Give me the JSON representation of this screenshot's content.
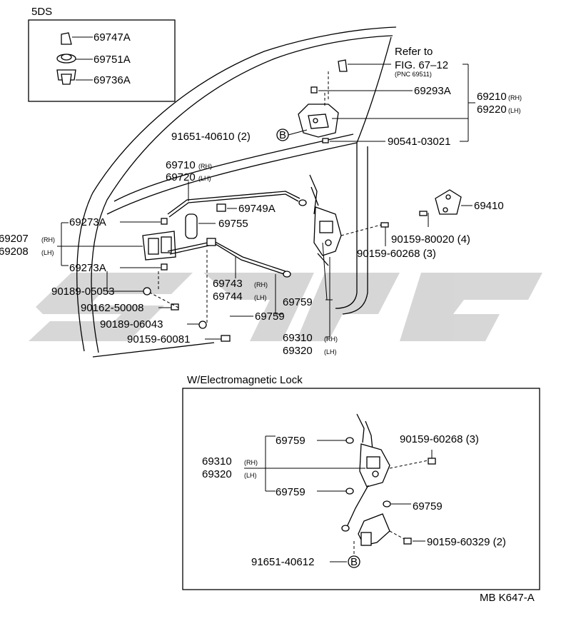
{
  "variant_box": {
    "title": "5DS",
    "items": [
      "69747A",
      "69751A",
      "69736A"
    ]
  },
  "refer": {
    "line1": "Refer to",
    "line2": "FIG. 67–12",
    "line3": "(PNC 69511)"
  },
  "labels": {
    "p69293A": "69293A",
    "p69210": "69210",
    "p69220": "69220",
    "p91651_40610": "91651-40610 (2)",
    "p90541": "90541-03021",
    "p69710": "69710",
    "p69720": "69720",
    "p69749A": "69749A",
    "p69273A_top": "69273A",
    "p69755": "69755",
    "p69207": "69207",
    "p69208": "69208",
    "p69273A_bot": "69273A",
    "p69743": "69743",
    "p69744": "69744",
    "p90189_05053": "90189-05053",
    "p90162_50008": "90162-50008",
    "p90189_06043": "90189-06043",
    "p90159_60081": "90159-60081",
    "p69759_a": "69759",
    "p69759_b": "69759",
    "p69310": "69310",
    "p69320": "69320",
    "p69410": "69410",
    "p90159_80020": "90159-80020 (4)",
    "p90159_60268": "90159-60268 (3)"
  },
  "suffix": {
    "rh": "(RH)",
    "lh": "(LH)"
  },
  "bolt_marker": "B",
  "em_lock": {
    "title": "W/Electromagnetic Lock",
    "p69759_1": "69759",
    "p69310": "69310",
    "p69320": "69320",
    "p69759_2": "69759",
    "p69759_3": "69759",
    "p90159_60268": "90159-60268 (3)",
    "p90159_60329": "90159-60329 (2)",
    "p91651_40612": "91651-40612"
  },
  "figure_code": "MB K647-A",
  "watermark_color": "#c9c9c9"
}
